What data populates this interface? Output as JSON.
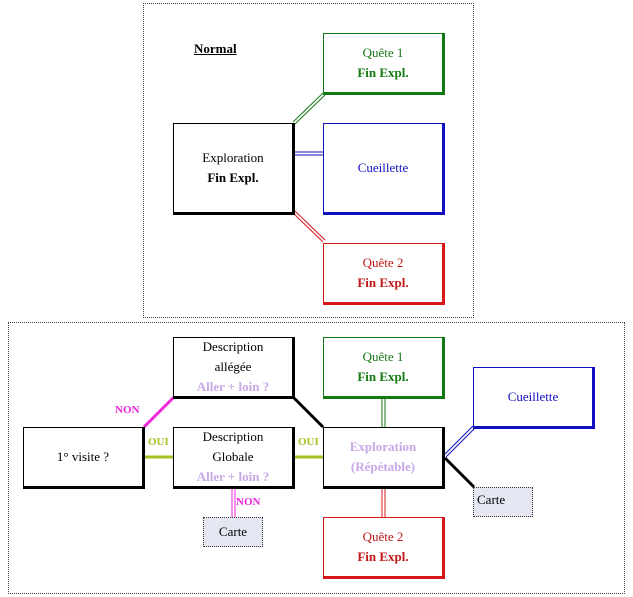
{
  "normal": {
    "title": "Normal",
    "exploration": {
      "line1": "Exploration",
      "line2": "Fin Expl."
    },
    "quete1": {
      "line1": "Quête 1",
      "line2": "Fin Expl."
    },
    "cueillette": {
      "label": "Cueillette"
    },
    "quete2": {
      "line1": "Quête 2",
      "line2": "Fin Expl."
    }
  },
  "flow": {
    "premiere_visite": {
      "label": "1° visite ?"
    },
    "desc_allegee": {
      "line1": "Description",
      "line2": "allégée",
      "line3": "Aller + loin ?"
    },
    "desc_globale": {
      "line1": "Description",
      "line2": "Globale",
      "line3": "Aller + loin ?"
    },
    "exploration": {
      "line1": "Exploration",
      "line2": "(Répétable)"
    },
    "quete1": {
      "line1": "Quête 1",
      "line2": "Fin Expl."
    },
    "quete2": {
      "line1": "Quête 2",
      "line2": "Fin Expl."
    },
    "cueillette": {
      "label": "Cueillette"
    },
    "carte_left": {
      "label": "Carte"
    },
    "carte_right": {
      "label": "Carte"
    },
    "labels": {
      "non_top": "NON",
      "oui_left": "OUI",
      "oui_right": "OUI",
      "non_bottom": "NON"
    }
  },
  "colors": {
    "green": "#137a13",
    "blue": "#1010c0",
    "red": "#d81818",
    "magenta": "#ee22dd",
    "olive": "#a8c020",
    "lavender": "#c8a8e8"
  }
}
